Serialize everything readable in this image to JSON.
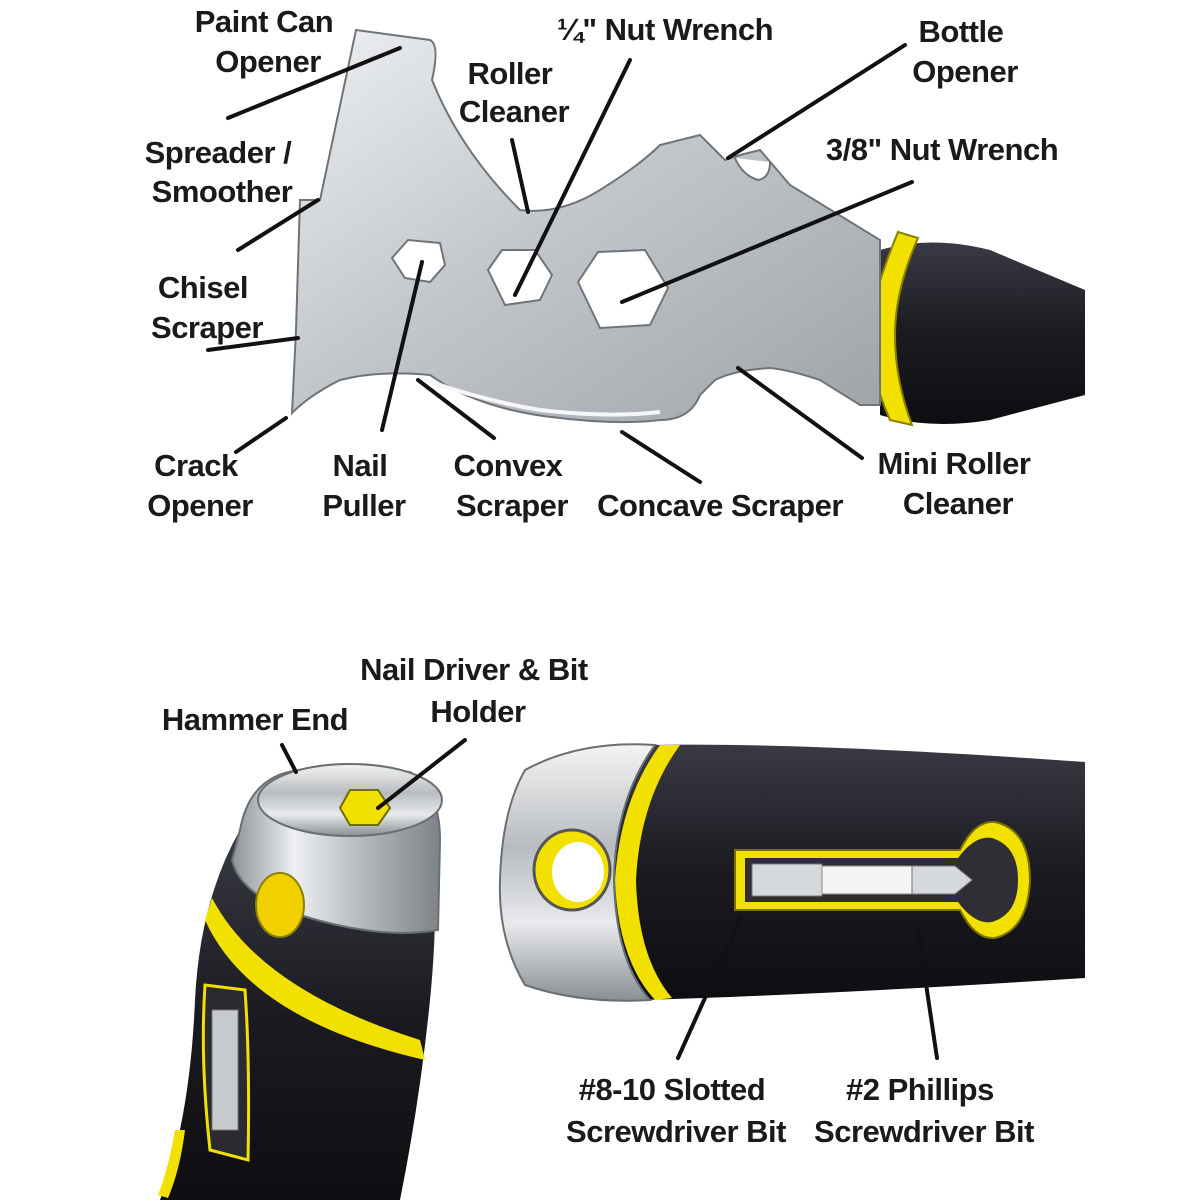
{
  "labels": {
    "paint_can_opener": [
      "Paint Can",
      "Opener"
    ],
    "roller_cleaner": [
      "Roller",
      "Cleaner"
    ],
    "nut_wrench_quarter": "¼\" Nut Wrench",
    "bottle_opener": [
      "Bottle",
      "Opener"
    ],
    "spreader_smoother": [
      "Spreader /",
      "Smoother"
    ],
    "nut_wrench_three_eighths": "3/8\" Nut Wrench",
    "chisel_scraper": [
      "Chisel",
      "Scraper"
    ],
    "crack_opener": [
      "Crack",
      "Opener"
    ],
    "nail_puller": [
      "Nail",
      "Puller"
    ],
    "convex_scraper": [
      "Convex",
      "Scraper"
    ],
    "concave_scraper": "Concave Scraper",
    "mini_roller_cleaner": [
      "Mini Roller",
      "Cleaner"
    ],
    "nail_driver_bit_holder": [
      "Nail Driver & Bit",
      "Holder"
    ],
    "hammer_end": "Hammer End",
    "slotted_bit": [
      "#8-10 Slotted",
      "Screwdriver Bit"
    ],
    "phillips_bit": [
      "#2 Phillips",
      "Screwdriver Bit"
    ]
  },
  "colors": {
    "blade": "#c9ccd0",
    "handle": "#1c1c22",
    "accent": "#f2e000",
    "text": "#1a1a1a"
  }
}
